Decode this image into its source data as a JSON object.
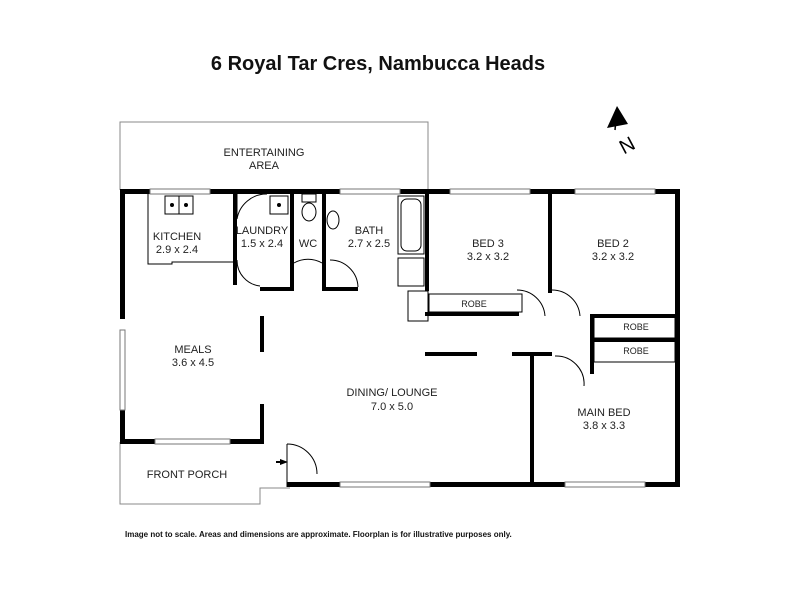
{
  "title": "6 Royal Tar Cres, Nambucca Heads",
  "north_label": "N",
  "rooms": {
    "entertaining": {
      "name_line1": "ENTERTAINING",
      "name_line2": "AREA"
    },
    "kitchen": {
      "name": "KITCHEN",
      "size": "2.9 x 2.4"
    },
    "laundry": {
      "name": "LAUNDRY",
      "size": "1.5 x 2.4"
    },
    "wc": {
      "name": "WC"
    },
    "bath": {
      "name": "BATH",
      "size": "2.7 x 2.5"
    },
    "bed3": {
      "name": "BED 3",
      "size": "3.2 x 3.2"
    },
    "bed2": {
      "name": "BED 2",
      "size": "3.2 x 3.2"
    },
    "robe_bed3": {
      "name": "ROBE"
    },
    "robe_bed2": {
      "name": "ROBE"
    },
    "robe_main": {
      "name": "ROBE"
    },
    "meals": {
      "name": "MEALS",
      "size": "3.6 x 4.5"
    },
    "dining_lounge": {
      "name": "DINING/ LOUNGE",
      "size": "7.0 x 5.0"
    },
    "main_bed": {
      "name": "MAIN BED",
      "size": "3.8 x 3.3"
    },
    "front_porch": {
      "name": "FRONT PORCH"
    }
  },
  "disclaimer": "Image not to scale. Areas and dimensions are approximate. Floorplan is for illustrative purposes only."
}
